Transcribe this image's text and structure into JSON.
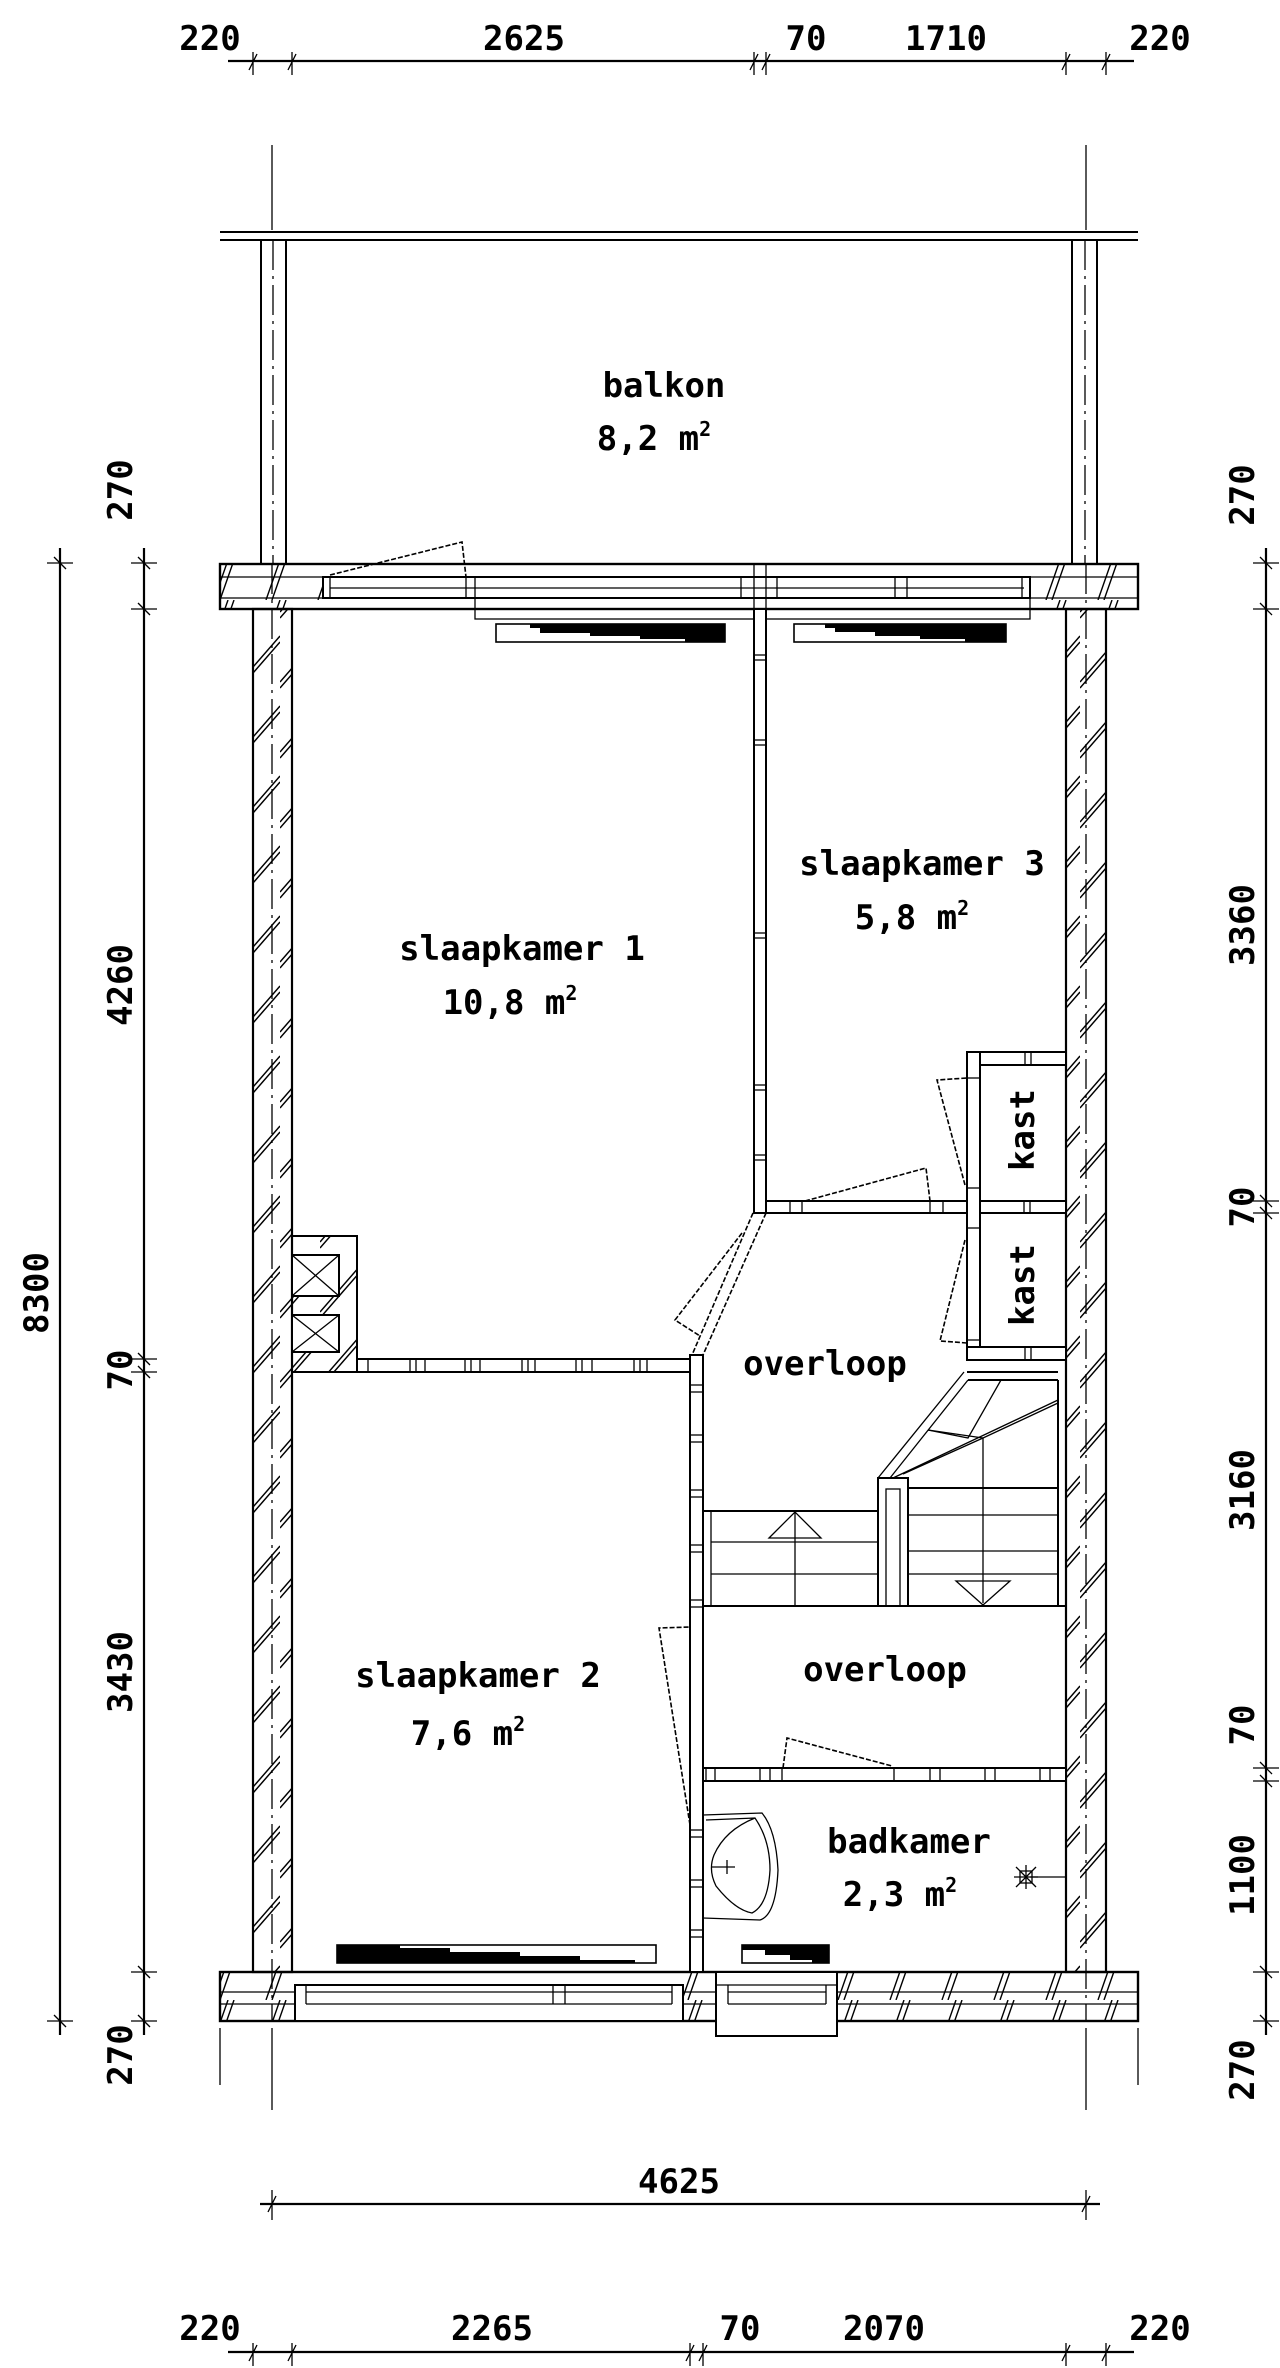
{
  "plan": {
    "type": "floor-plan",
    "rooms": [
      {
        "id": "balkon",
        "name": "balkon",
        "area": "8,2 m",
        "sup": "2"
      },
      {
        "id": "slaapkamer-1",
        "name": "slaapkamer 1",
        "area": "10,8 m",
        "sup": "2"
      },
      {
        "id": "slaapkamer-3",
        "name": "slaapkamer 3",
        "area": "5,8 m",
        "sup": "2"
      },
      {
        "id": "kast-1",
        "name": "kast"
      },
      {
        "id": "kast-2",
        "name": "kast"
      },
      {
        "id": "overloop-1",
        "name": "overloop"
      },
      {
        "id": "overloop-2",
        "name": "overloop"
      },
      {
        "id": "slaapkamer-2",
        "name": "slaapkamer 2",
        "area": "7,6 m",
        "sup": "2"
      },
      {
        "id": "badkamer",
        "name": "badkamer",
        "area": "2,3 m",
        "sup": "2"
      }
    ],
    "dimensions": {
      "top": [
        "220",
        "2625",
        "70",
        "1710",
        "220"
      ],
      "bottom": [
        "220",
        "2265",
        "70",
        "2070",
        "220"
      ],
      "overall_width": "4625",
      "left_outer": "8300",
      "left_inner": [
        "270",
        "4260",
        "70",
        "3430",
        "270"
      ],
      "right": [
        "270",
        "3360",
        "70",
        "3160",
        "70",
        "1100",
        "270"
      ]
    }
  }
}
